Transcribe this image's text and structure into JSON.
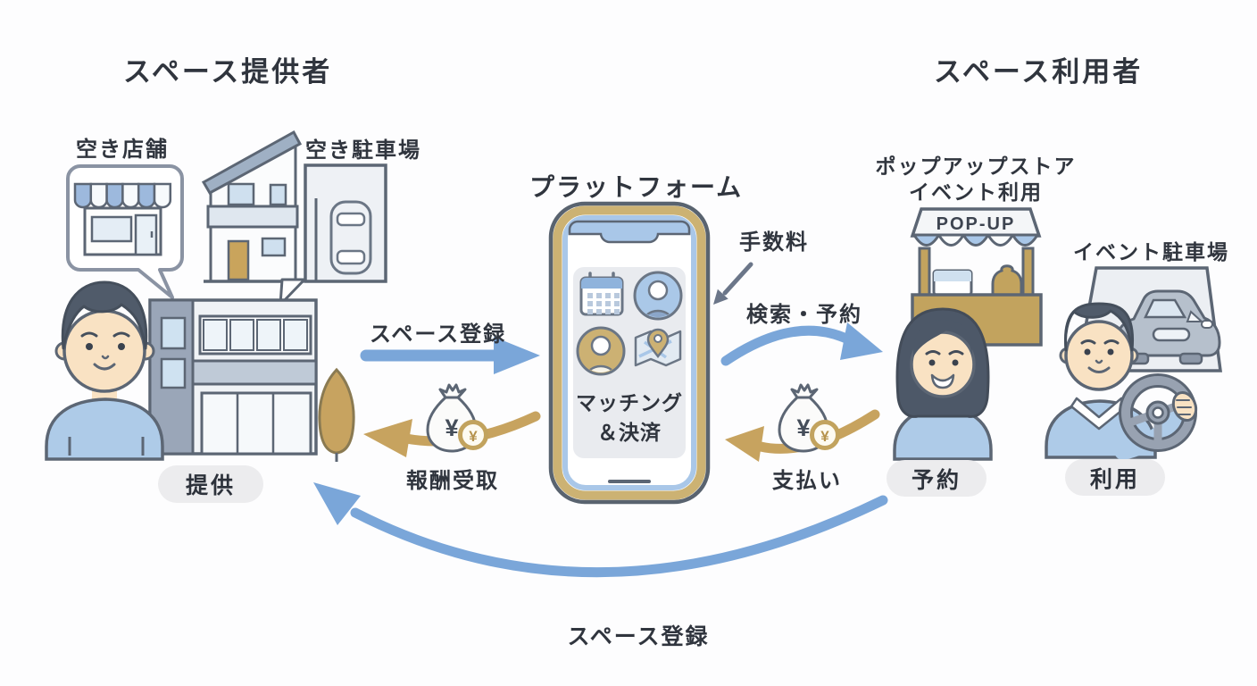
{
  "titles": {
    "provider": "スペース提供者",
    "user": "スペース利用者",
    "platform": "プラットフォーム"
  },
  "provider": {
    "vacant_store": "空き店舗",
    "vacant_parking": "空き駐車場",
    "action": "提供"
  },
  "user": {
    "popup_line1": "ポップアップストア",
    "popup_line2": "イベント利用",
    "popup_sign": "POP-UP",
    "event_parking": "イベント駐車場",
    "reserve": "予約",
    "use": "利用"
  },
  "platform_screen": {
    "line1": "マッチング",
    "line2": "＆決済"
  },
  "flows": {
    "space_register": "スペース登録",
    "reward_receive": "報酬受取",
    "fee": "手数料",
    "search_reserve": "検索・予約",
    "payment": "支払い",
    "space_register_bottom": "スペース登録"
  },
  "symbols": {
    "yen": "¥"
  },
  "icons": {
    "phone_screen": [
      "calendar-icon",
      "user-icon-blue",
      "user-icon-gold",
      "map-pin-icon"
    ],
    "money": "money-bag-icon"
  },
  "colors": {
    "arrow_blue": "#7aa6d9",
    "arrow_gold": "#c7a35f",
    "accent_gold": "#c2a35e",
    "accent_blue": "#a9c7e8",
    "outline": "#5c6674",
    "text_dark": "#30353e",
    "pill_bg": "#ececee"
  }
}
